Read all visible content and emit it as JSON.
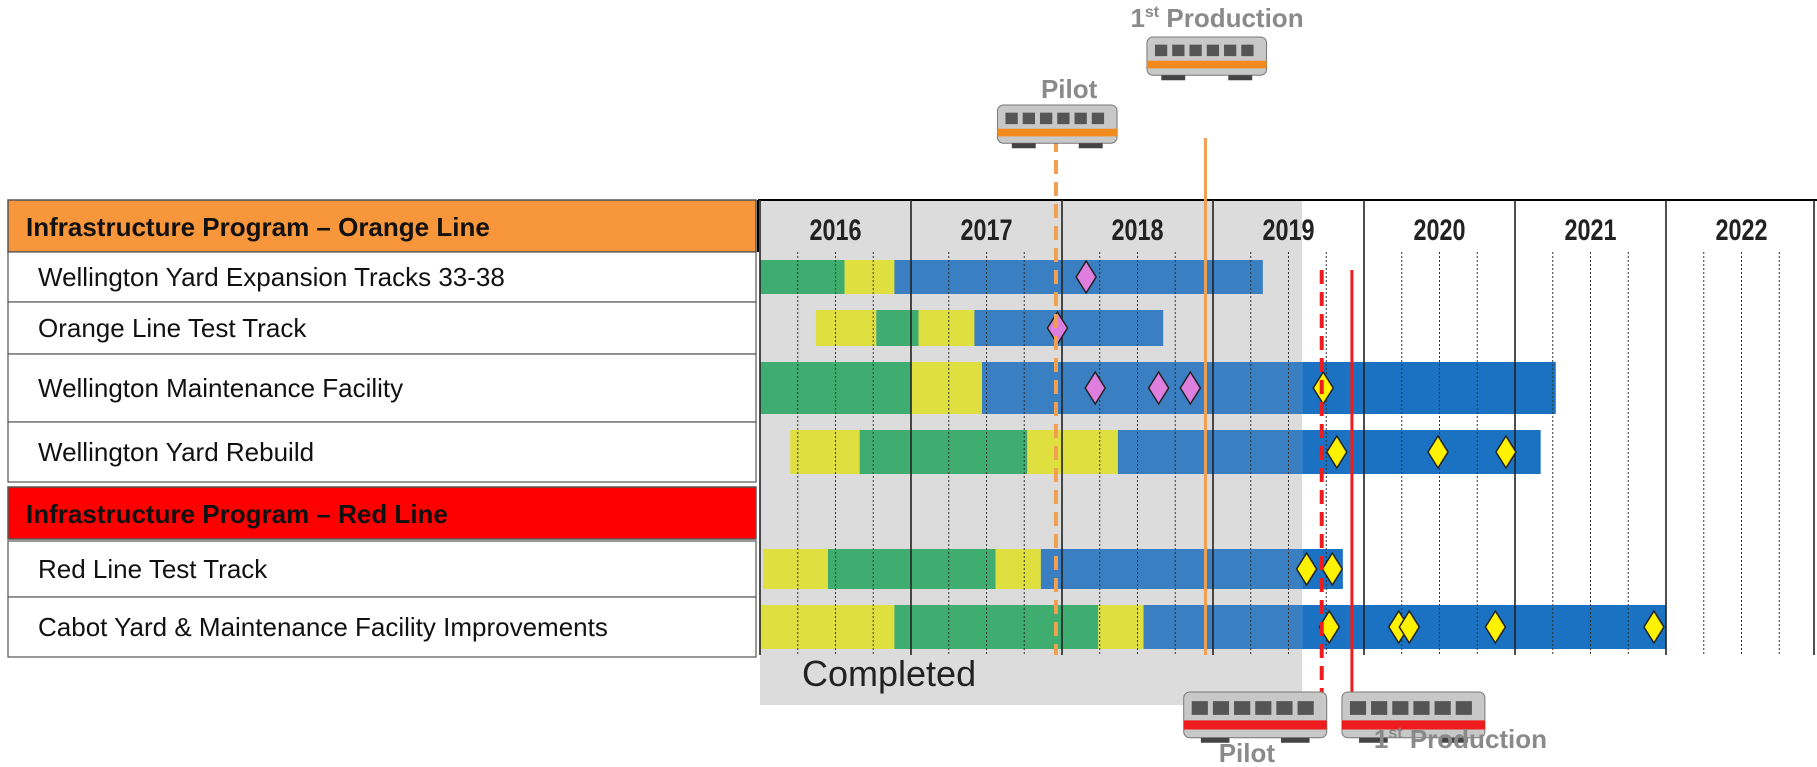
{
  "chart_data": {
    "type": "gantt",
    "colors": {
      "green": "#3fac70",
      "yellow": "#dfe040",
      "blue": "#3a7fc1",
      "blue_bright": "#1b72c2",
      "diamond_done": "#de7ede",
      "diamond_future": "#fff200",
      "completed_shade": "#dcdcdc",
      "orange": "#f7963b",
      "red": "#fe0000",
      "orange_marker": "#f0a050",
      "red_marker": "#ee1c1c"
    },
    "years": [
      "2016",
      "2017",
      "2018",
      "2019",
      "2020",
      "2021",
      "2022"
    ],
    "completed_label": "Completed",
    "completed_until": 2019.59,
    "groups": [
      {
        "title": "Infrastructure Program – Orange Line",
        "color": "#f7963b",
        "rows": [
          {
            "name": "Wellington Yard Expansion Tracks 33-38",
            "segments": [
              {
                "start": 2016.0,
                "end": 2016.56,
                "phase": "green"
              },
              {
                "start": 2016.56,
                "end": 2016.89,
                "phase": "yellow"
              },
              {
                "start": 2016.89,
                "end": 2019.33,
                "phase": "blue"
              }
            ],
            "milestones": [
              {
                "date": 2018.16,
                "status": "complete"
              }
            ]
          },
          {
            "name": "Orange Line Test Track",
            "segments": [
              {
                "start": 2016.37,
                "end": 2016.77,
                "phase": "yellow"
              },
              {
                "start": 2016.77,
                "end": 2017.05,
                "phase": "green"
              },
              {
                "start": 2017.05,
                "end": 2017.42,
                "phase": "yellow"
              },
              {
                "start": 2017.42,
                "end": 2018.67,
                "phase": "blue"
              }
            ],
            "milestones": [
              {
                "date": 2017.97,
                "status": "complete"
              }
            ]
          },
          {
            "name": "Wellington Maintenance Facility",
            "segments": [
              {
                "start": 2016.0,
                "end": 2017.0,
                "phase": "green"
              },
              {
                "start": 2017.0,
                "end": 2017.47,
                "phase": "yellow"
              },
              {
                "start": 2017.47,
                "end": 2019.59,
                "phase": "blue"
              },
              {
                "start": 2019.59,
                "end": 2021.27,
                "phase": "blue_bright"
              }
            ],
            "milestones": [
              {
                "date": 2018.22,
                "status": "complete"
              },
              {
                "date": 2018.64,
                "status": "complete"
              },
              {
                "date": 2018.85,
                "status": "complete"
              },
              {
                "date": 2019.73,
                "status": "future"
              }
            ]
          },
          {
            "name": "Wellington Yard Rebuild",
            "segments": [
              {
                "start": 2016.2,
                "end": 2016.66,
                "phase": "yellow"
              },
              {
                "start": 2016.66,
                "end": 2017.77,
                "phase": "green"
              },
              {
                "start": 2017.77,
                "end": 2018.37,
                "phase": "yellow"
              },
              {
                "start": 2018.37,
                "end": 2019.59,
                "phase": "blue"
              },
              {
                "start": 2019.59,
                "end": 2021.17,
                "phase": "blue_bright"
              }
            ],
            "milestones": [
              {
                "date": 2019.82,
                "status": "future"
              },
              {
                "date": 2020.49,
                "status": "future"
              },
              {
                "date": 2020.94,
                "status": "future"
              }
            ]
          }
        ]
      },
      {
        "title": "Infrastructure Program – Red Line",
        "color": "#fe0000",
        "rows": [
          {
            "name": "Red Line Test Track",
            "segments": [
              {
                "start": 2016.02,
                "end": 2016.45,
                "phase": "yellow"
              },
              {
                "start": 2016.45,
                "end": 2017.56,
                "phase": "green"
              },
              {
                "start": 2017.56,
                "end": 2017.86,
                "phase": "yellow"
              },
              {
                "start": 2017.86,
                "end": 2019.59,
                "phase": "blue"
              },
              {
                "start": 2019.59,
                "end": 2019.86,
                "phase": "blue_bright"
              }
            ],
            "milestones": [
              {
                "date": 2019.62,
                "status": "future"
              },
              {
                "date": 2019.79,
                "status": "future"
              }
            ]
          },
          {
            "name": "Cabot Yard & Maintenance Facility Improvements",
            "segments": [
              {
                "start": 2016.0,
                "end": 2016.89,
                "phase": "yellow"
              },
              {
                "start": 2016.89,
                "end": 2018.24,
                "phase": "green"
              },
              {
                "start": 2018.24,
                "end": 2018.54,
                "phase": "yellow"
              },
              {
                "start": 2018.54,
                "end": 2019.59,
                "phase": "blue"
              },
              {
                "start": 2019.59,
                "end": 2022.0,
                "phase": "blue_bright"
              }
            ],
            "milestones": [
              {
                "date": 2019.77,
                "status": "future"
              },
              {
                "date": 2020.23,
                "status": "future"
              },
              {
                "date": 2020.3,
                "status": "future"
              },
              {
                "date": 2020.87,
                "status": "future"
              },
              {
                "date": 2021.92,
                "status": "future"
              }
            ]
          }
        ]
      }
    ],
    "vehicle_markers": [
      {
        "line": "orange",
        "label": "Pilot",
        "date": 2017.96,
        "style": "dashed",
        "label_side": "top"
      },
      {
        "line": "orange",
        "label_main": "1",
        "label_sup": "st",
        "label_rest": " Production",
        "date": 2018.95,
        "style": "solid",
        "label_side": "top"
      },
      {
        "line": "red",
        "label": "Pilot",
        "date": 2019.72,
        "style": "dashed",
        "label_side": "bottom"
      },
      {
        "line": "red",
        "label_main": "1",
        "label_sup": "st",
        "label_rest": " Production",
        "date": 2019.92,
        "style": "solid",
        "label_side": "bottom"
      }
    ]
  }
}
